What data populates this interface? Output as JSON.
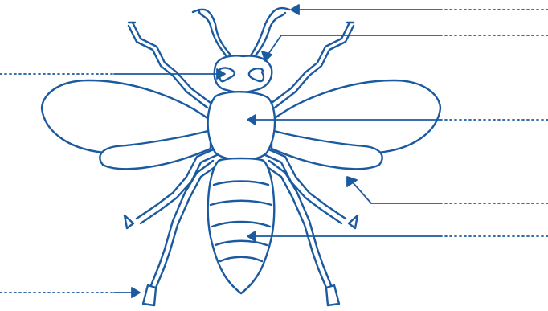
{
  "diagram": {
    "subject": "insect-anatomy-labelling-worksheet",
    "colors": {
      "line": "#1c5aa0",
      "background": "#ffffff"
    },
    "labels": [
      {
        "id": "antenna",
        "text": ""
      },
      {
        "id": "eye",
        "text": ""
      },
      {
        "id": "head",
        "text": ""
      },
      {
        "id": "thorax",
        "text": ""
      },
      {
        "id": "wing",
        "text": ""
      },
      {
        "id": "abdomen",
        "text": ""
      },
      {
        "id": "leg",
        "text": ""
      }
    ]
  }
}
